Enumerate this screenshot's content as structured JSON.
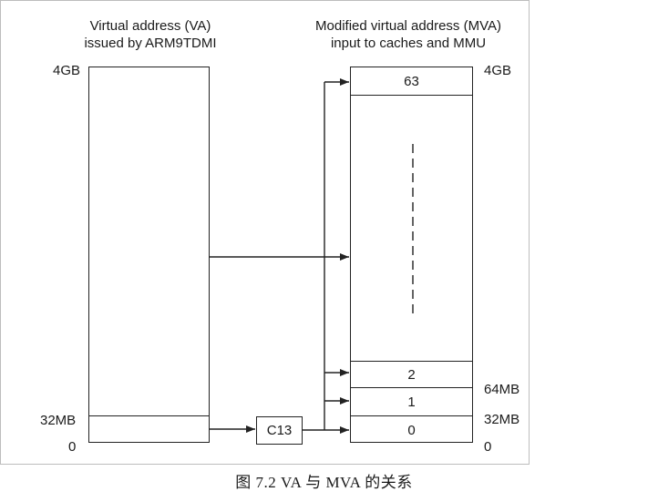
{
  "diagram": {
    "va_title_line1": "Virtual address (VA)",
    "va_title_line2": "issued by ARM9TDMI",
    "mva_title_line1": "Modified virtual address (MVA)",
    "mva_title_line2": "input to caches and MMU",
    "va_labels": {
      "top": "4GB",
      "mid": "32MB",
      "bottom": "0"
    },
    "mva_labels": {
      "top": "4GB",
      "mb64": "64MB",
      "mb32": "32MB",
      "bottom": "0"
    },
    "cells": {
      "c63": "63",
      "c2": "2",
      "c1": "1",
      "c0": "0"
    },
    "process_box": "C13"
  },
  "caption": "图 7.2    VA 与 MVA 的关系"
}
